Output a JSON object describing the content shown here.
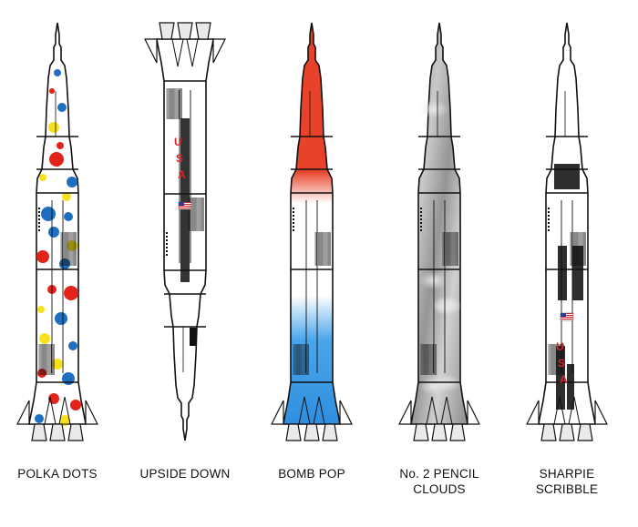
{
  "rockets": [
    {
      "id": "polka",
      "caption": [
        "POLKA DOTS"
      ],
      "flag": false,
      "usa": false,
      "orientation": "up"
    },
    {
      "id": "upside",
      "caption": [
        "UPSIDE DOWN"
      ],
      "flag": true,
      "usa": true,
      "usa_text": [
        "U",
        "S",
        "A"
      ],
      "orientation": "down"
    },
    {
      "id": "bomb",
      "caption": [
        "BOMB POP"
      ],
      "flag": false,
      "usa": false,
      "orientation": "up"
    },
    {
      "id": "pencil",
      "caption": [
        "No. 2 PENCIL",
        "CLOUDS"
      ],
      "flag": false,
      "usa": false,
      "orientation": "up"
    },
    {
      "id": "sharpie",
      "caption": [
        "SHARPIE",
        "SCRIBBLE"
      ],
      "flag": true,
      "usa": true,
      "usa_text": [
        "U",
        "S",
        "A"
      ],
      "orientation": "up"
    }
  ],
  "colors": {
    "outline": "#111111",
    "polka_red": "#e2231a",
    "polka_blue": "#1f6fc1",
    "polka_yellow": "#f7e11e",
    "bomb_red": "#e8432a",
    "bomb_blue": "#4aa6ea",
    "pencil_gray": "#a8a8a8",
    "usa_red": "#d8232a"
  }
}
